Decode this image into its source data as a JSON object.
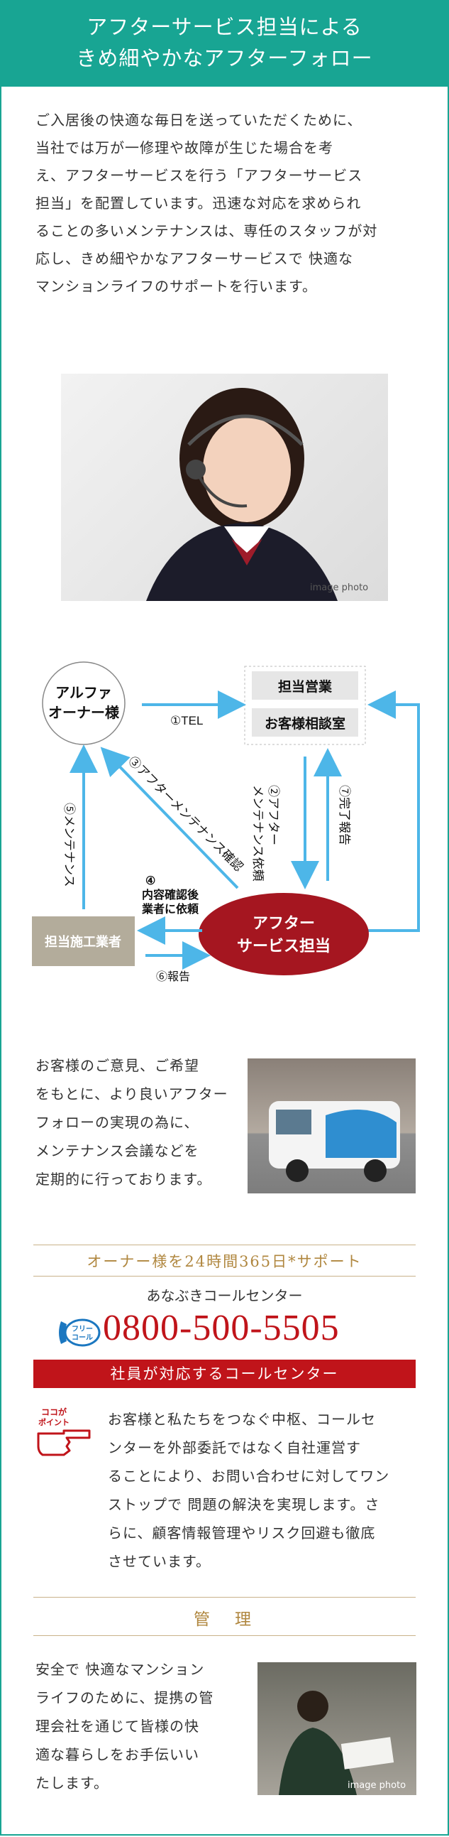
{
  "header": {
    "line1": "アフターサービス担当による",
    "line2": "きめ細やかなアフターフォロー"
  },
  "intro": {
    "lines": [
      "ご入居後の快適な毎日を送っていただくために、",
      "当社では万が一修理や故障が生じた場合を考",
      "え、アフターサービスを行う「アフターサービス",
      "担当」を配置しています。迅速な対応を求められ",
      "ることの多いメンテナンスは、専任のスタッフが対",
      "応し、きめ細やかなアフターサービスで 快適な",
      "マンションライフのサポートを行います。"
    ]
  },
  "photo1_caption": "image photo",
  "diagram": {
    "owner": [
      "アルファ",
      "オーナー様"
    ],
    "sales_top": "担当営業",
    "sales_bottom": "お客様相談室",
    "tel": "①TEL",
    "after_service": [
      "アフター",
      "サービス担当"
    ],
    "contractor": "担当施工業者",
    "step2": [
      "②アフター",
      "メンテナンス依頼"
    ],
    "step3": "③アフターメンテナンス確認",
    "step4": [
      "④",
      "内容確認後",
      "業者に依頼"
    ],
    "step5": "⑤メンテナンス",
    "step6": "⑥報告",
    "step7": "⑦完了報告",
    "accent_color": "#4db6e8",
    "red_color": "#a51620"
  },
  "meeting": {
    "lines": [
      "お客様のご意見、ご希望",
      "をもとに、より良いアフター",
      "フォローの実現の為に、",
      "メンテナンス会議などを",
      "定期的に行っております。"
    ]
  },
  "support": {
    "title": "オーナー様を24時間365日*サポート",
    "center_name": "あなぶきコールセンター",
    "free_call": [
      "フリー",
      "コール"
    ],
    "phone": "0800-500-5505",
    "bar": "社員が対応するコールセンター",
    "point_label": [
      "ココが",
      "ポイント"
    ],
    "lines": [
      "お客様と私たちをつなぐ中枢、コールセ",
      "ンターを外部委託ではなく自社運営す",
      "ることにより、お問い合わせに対してワン",
      "ストップで 問題の解決を実現します。さ",
      "らに、顧客情報管理やリスク回避も徹底",
      "させています。"
    ]
  },
  "management": {
    "title": "管　理",
    "lines": [
      "安全で 快適なマンション",
      "ライフのために、提携の管",
      "理会社を通じて皆様の快",
      "適な暮らしをお手伝いい",
      "たします。"
    ],
    "caption": "image photo"
  }
}
